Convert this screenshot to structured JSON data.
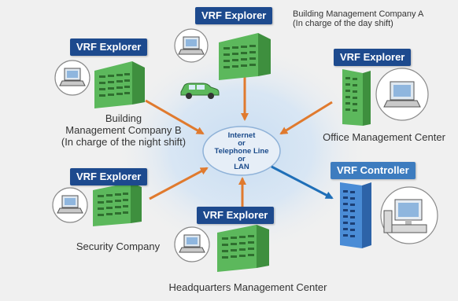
{
  "center": {
    "lines": [
      "Internet",
      "or",
      "Telephone Line",
      "or",
      "LAN"
    ]
  },
  "tags": {
    "explorer": "VRF Explorer",
    "controller": "VRF Controller"
  },
  "sites": {
    "company_a": [
      "Building Management Company A",
      "(In charge of the day shift)"
    ],
    "company_b": [
      "Building",
      "Management Company B",
      "(In charge of the night shift)"
    ],
    "office": "Office Management Center",
    "security": "Security Company",
    "headquarters": "Headquarters Management Center"
  },
  "colors": {
    "explorer_tag": "#1d4a8e",
    "controller_tag": "#3d7cbf",
    "building_green": "#5cb85c",
    "arrow_orange": "#e07a2e",
    "arrow_blue": "#1f6fb8",
    "server_blue": "#4a8cd6",
    "glow": "#c8ddf2"
  },
  "icons": [
    "laptop-icon",
    "building-icon",
    "car-icon",
    "server-icon",
    "computer-icon"
  ]
}
